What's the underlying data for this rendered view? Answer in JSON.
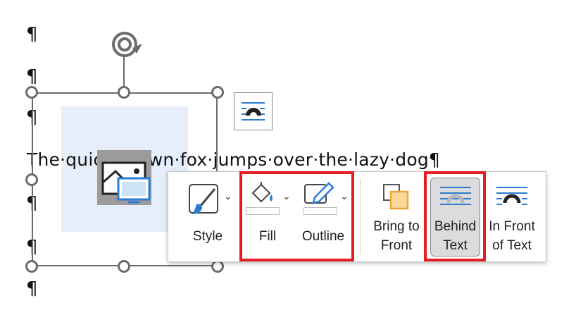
{
  "document": {
    "pilcrow": "¶",
    "sentence": "The·quick·brown·fox·jumps·over·the·lazy·dog¶"
  },
  "floatie": {
    "style_label": "Style",
    "fill_label": "Fill",
    "outline_label": "Outline",
    "bring_front_line1": "Bring to",
    "bring_front_line2": "Front",
    "behind_text_line1": "Behind",
    "behind_text_line2": "Text",
    "in_front_line1": "In Front",
    "in_front_line2": "of Text"
  },
  "icons": {
    "rotate": "rotate-handle-icon",
    "layout_options": "layout-options-icon",
    "picture": "picture-placeholder-icon",
    "style": "shape-style-icon",
    "fill": "paint-bucket-icon",
    "outline": "pencil-outline-icon",
    "bring_front": "bring-to-front-icon",
    "behind_text": "behind-text-icon",
    "in_front": "in-front-of-text-icon"
  },
  "colors": {
    "highlight": "#e41c24",
    "accent_blue": "#2b7cd3",
    "selection_handles": "#6b6b6b",
    "picture_bg": "#e6eefb",
    "bring_front_orange": "#f2a33a"
  }
}
